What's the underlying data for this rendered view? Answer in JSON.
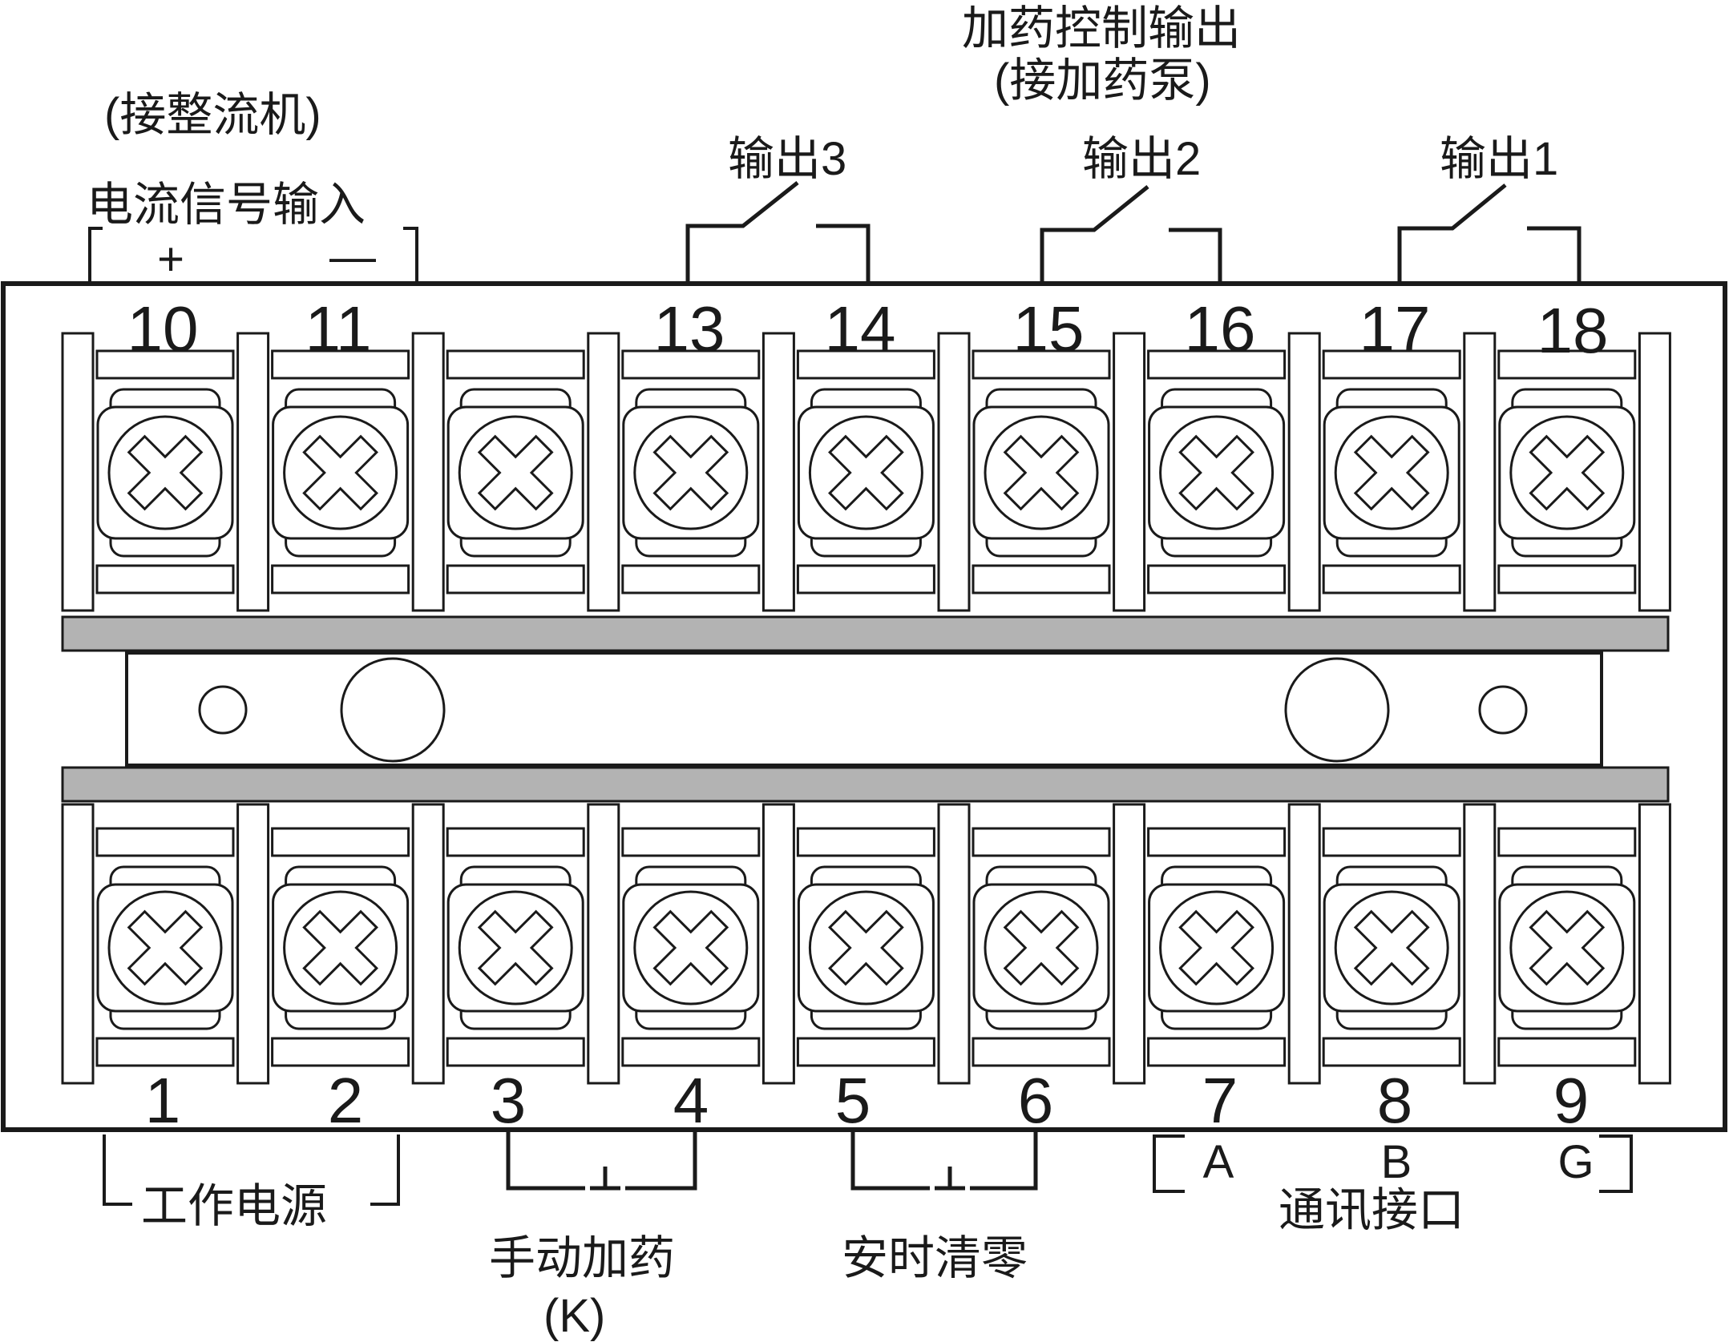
{
  "top_labels": {
    "rectifier": "(接整流机)",
    "current_input": "电流信号输入",
    "plus": "+",
    "minus": "—",
    "dosing_title": "加药控制输出",
    "dosing_sub": "(接加药泵)",
    "output3": "输出3",
    "output2": "输出2",
    "output1": "输出1"
  },
  "top_terminals": [
    "10",
    "11",
    "",
    "13",
    "14",
    "15",
    "16",
    "17",
    "18"
  ],
  "bottom_terminals": [
    "1",
    "2",
    "3",
    "4",
    "5",
    "6",
    "7",
    "8",
    "9"
  ],
  "bottom_labels": {
    "power": "工作电源",
    "manual_dosing": "手动加药",
    "manual_key": "(K)",
    "timed_reset": "安时清零",
    "comm_a": "A",
    "comm_b": "B",
    "comm_g": "G",
    "comm_port": "通讯接口"
  },
  "colors": {
    "line": "#1a1a1a",
    "bar": "#b3b3b3",
    "background": "#ffffff"
  }
}
